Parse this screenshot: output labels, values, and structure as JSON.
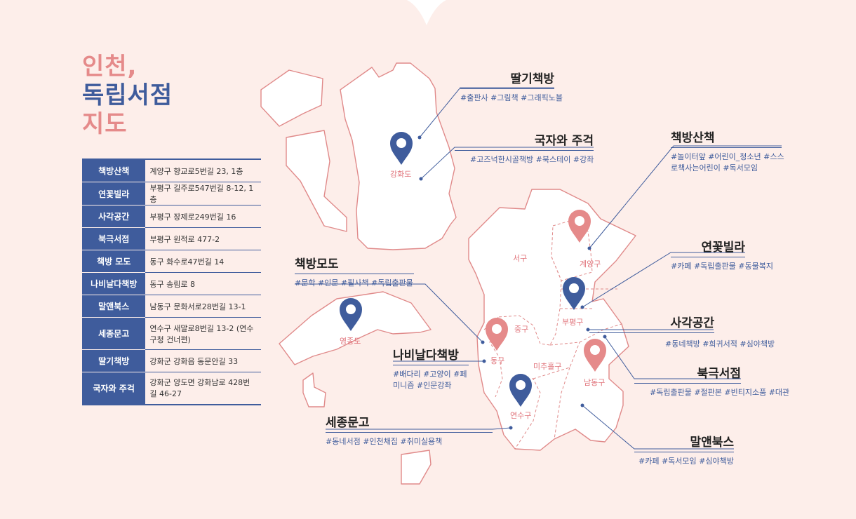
{
  "title": {
    "line1": "인천,",
    "line2": "독립서점",
    "line3": "지도"
  },
  "colors": {
    "background": "#fdeeea",
    "blue": "#3f5c9c",
    "pink": "#e58a8a",
    "map_fill": "#ffffff",
    "map_stroke": "#e08a8a"
  },
  "bookstores": [
    {
      "name": "책방산책",
      "address": "계양구 향교로5번길 23, 1층"
    },
    {
      "name": "연꽃빌라",
      "address": "부평구 길주로547번길 8-12, 1층"
    },
    {
      "name": "사각공간",
      "address": "부평구 장제로249번길 16"
    },
    {
      "name": "북극서점",
      "address": "부평구 원적로 477-2"
    },
    {
      "name": "책방 모도",
      "address": "동구 화수로47번길 14"
    },
    {
      "name": "나비날다책방",
      "address": "동구 송림로 8"
    },
    {
      "name": "말앤북스",
      "address": "남동구 문화서로28번길 13-1"
    },
    {
      "name": "세종문고",
      "address": "연수구 새말로8번길 13-2 (연수구청 건너편)"
    },
    {
      "name": "딸기책방",
      "address": "강화군 강화읍 동문안길 33"
    },
    {
      "name": "국자와 주걱",
      "address": "강화군 양도면 강화남로 428번길 46-27"
    }
  ],
  "map_labels": [
    {
      "name": "딸기책방",
      "tags": "#출판사 #그림책 #그래픽노블"
    },
    {
      "name": "국자와 주걱",
      "tags": "#고즈넉한시골책방 #북스테이 #강좌"
    },
    {
      "name": "책방산책",
      "tags": "#놀이터앞 #어린이_청소년 #스스로책사는어린이 #독서모임"
    },
    {
      "name": "연꽃빌라",
      "tags": "#카페 #독립출판물 #동물복지"
    },
    {
      "name": "사각공간",
      "tags": "#동네책방 #희귀서적 #심야책방"
    },
    {
      "name": "북극서점",
      "tags": "#독립출판물 #절판본 #빈티지소품 #대관"
    },
    {
      "name": "말앤북스",
      "tags": "#카페 #독서모임 #심야책방"
    },
    {
      "name": "책방모도",
      "tags": "#문학 #인문 #필사책 #독립출판물"
    },
    {
      "name": "나비날다책방",
      "tags": "#배다리 #고양이 #페미니즘 #인문강좌"
    },
    {
      "name": "세종문고",
      "tags": "#동네서점 #인천채집 #취미실용책"
    }
  ],
  "districts": [
    "강화도",
    "영종도",
    "서구",
    "계양구",
    "부평구",
    "중구",
    "동구",
    "미추홀구",
    "남동구",
    "연수구"
  ],
  "pins": [
    {
      "district": "강화도",
      "color": "blue"
    },
    {
      "district": "영종도",
      "color": "blue"
    },
    {
      "district": "계양구",
      "color": "pink"
    },
    {
      "district": "부평구",
      "color": "blue"
    },
    {
      "district": "동구",
      "color": "pink"
    },
    {
      "district": "남동구",
      "color": "pink"
    },
    {
      "district": "연수구",
      "color": "blue"
    }
  ]
}
